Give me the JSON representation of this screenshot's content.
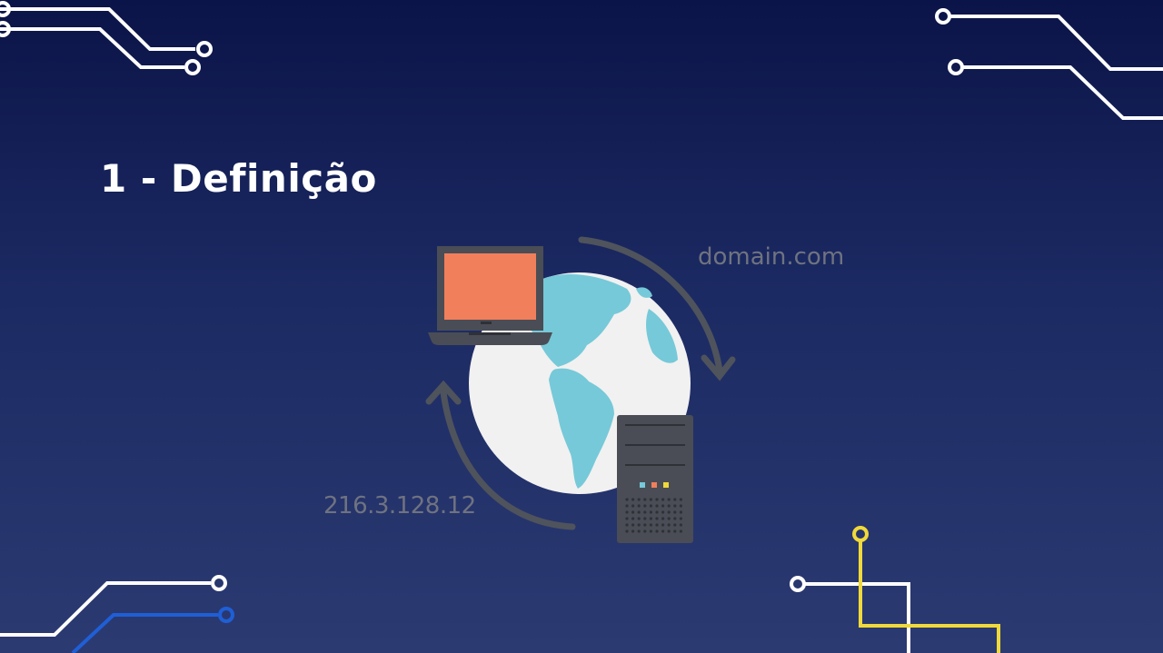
{
  "slide": {
    "title": "1 - Definição"
  },
  "illustration": {
    "domain_label": "domain.com",
    "ip_label": "216.3.128.12",
    "icons": [
      "laptop-icon",
      "globe-icon",
      "server-icon",
      "arrow-icon"
    ]
  },
  "colors": {
    "background_top": "#0b1448",
    "background_bottom": "#2c3a72",
    "circuit_white": "#ffffff",
    "circuit_blue": "#1f5fd6",
    "circuit_yellow": "#f0d93a",
    "laptop_screen": "#f27f5b",
    "globe_land": "#76c9d8",
    "globe_sea": "#f1f1f1",
    "device_dark": "#4a4d55"
  }
}
